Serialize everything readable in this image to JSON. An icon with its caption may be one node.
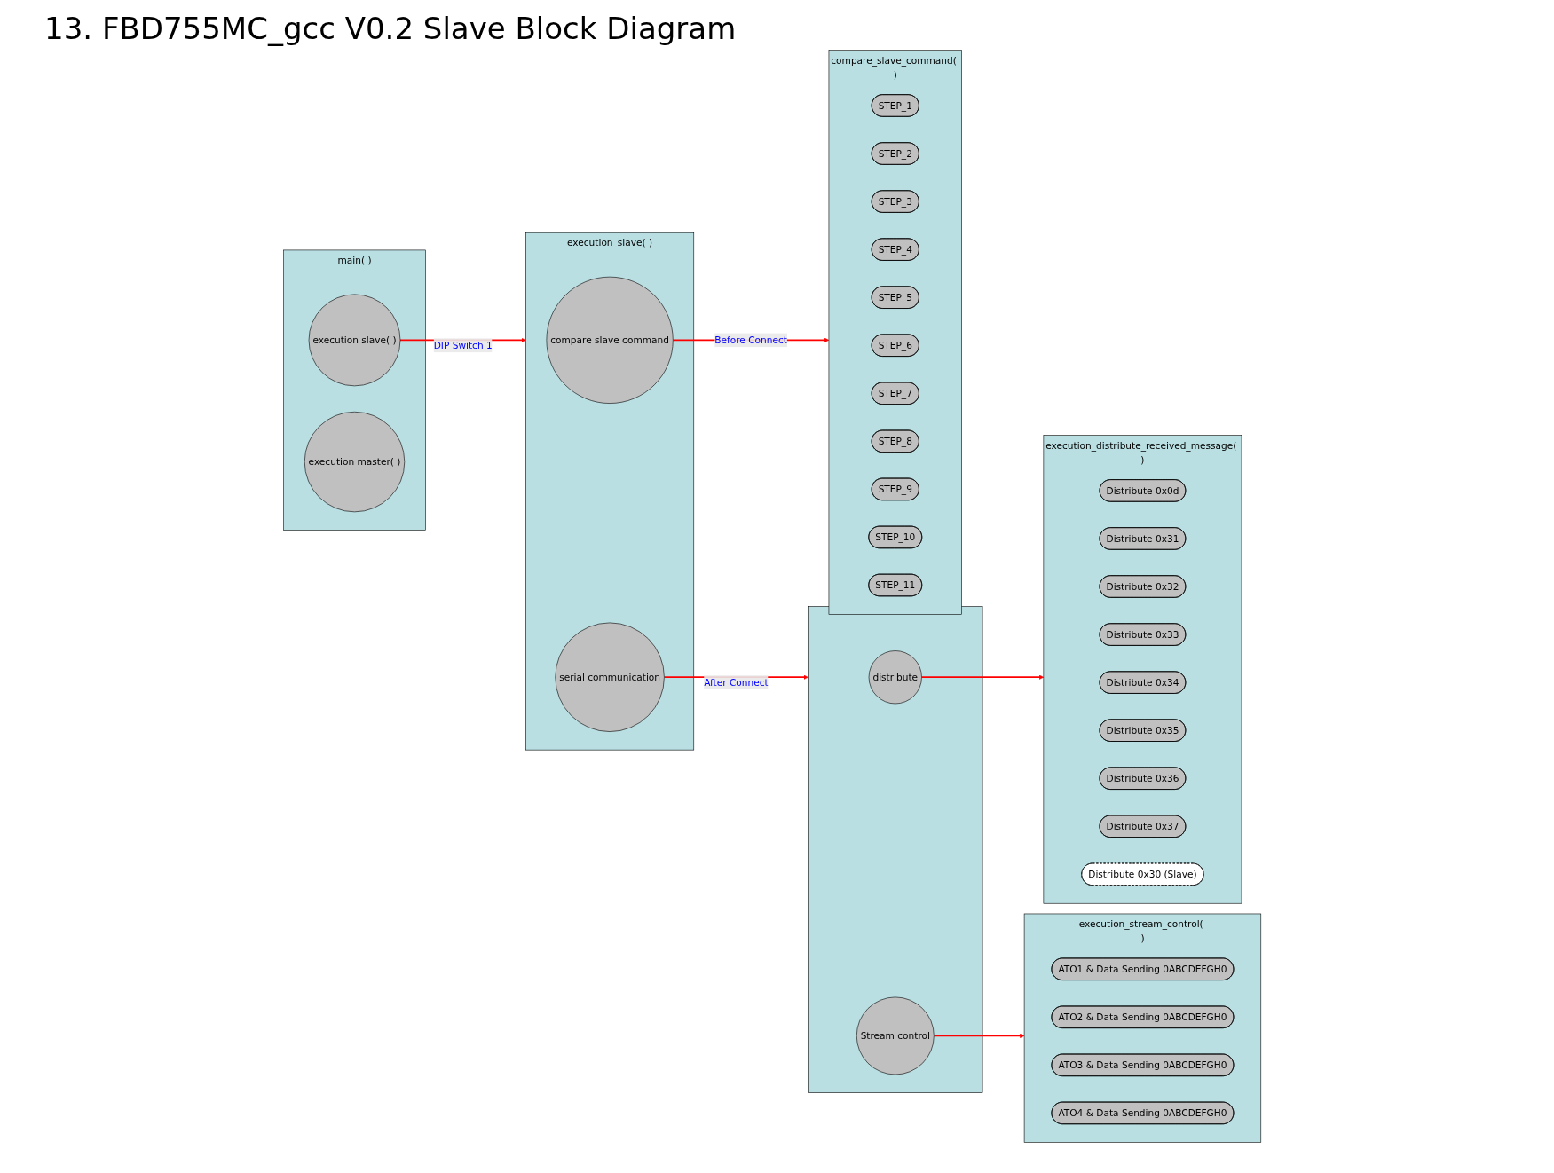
{
  "diagram": {
    "title": "13. FBD755MC_gcc V0.2 Slave Block Diagram",
    "nodes": [
      {
        "text": [
          "main( )"
        ]
      },
      {
        "text": [
          "execution slave( )"
        ],
        "in": 0
      },
      {
        "text": [
          "execution master( )"
        ],
        "in": 0
      },
      {
        "text": [
          "execution_slave( )"
        ]
      },
      {
        "text": [
          "compare slave command"
        ],
        "in": 3
      },
      {
        "text": [
          "serial communication"
        ],
        "in": 3
      },
      {
        "text": [],
        "shape": "bar"
      },
      {
        "text": [
          "distribute"
        ],
        "in": 6
      },
      {
        "text": [
          "Stream control"
        ],
        "in": 6
      },
      {
        "text": [
          "execution_distribute_received_message( )"
        ]
      },
      {
        "text": [
          "Distribute 0x0d"
        ],
        "in": 9
      },
      {
        "text": [
          "Distribute 0x31"
        ],
        "in": 9
      },
      {
        "text": [
          "Distribute 0x32"
        ],
        "in": 9
      },
      {
        "text": [
          "Distribute 0x33"
        ],
        "in": 9
      },
      {
        "text": [
          "Distribute 0x34"
        ],
        "in": 9
      },
      {
        "text": [
          "Distribute 0x35"
        ],
        "in": 9
      },
      {
        "text": [
          "Distribute 0x36"
        ],
        "in": 9
      },
      {
        "text": [
          "Distribute 0x37"
        ],
        "in": 9
      },
      {
        "text": [
          "Distribute 0x30 (Slave)"
        ],
        "in": 9
      },
      {
        "text": [
          "execution_stream_control( )"
        ]
      },
      {
        "text": [
          "ATO1 & Data Sending 0ABCDEFGH0"
        ],
        "in": 19
      },
      {
        "text": [
          "ATO2 & Data Sending 0ABCDEFGH0"
        ],
        "in": 19
      },
      {
        "text": [
          "ATO3 & Data Sending 0ABCDEFGH0"
        ],
        "in": 19
      },
      {
        "text": [
          "ATO4 & Data Sending 0ABCDEFGH0"
        ],
        "in": 19
      },
      {
        "text": [
          "compare_slave_command( )"
        ]
      },
      {
        "text": [
          "STEP_1"
        ],
        "in": 24
      },
      {
        "text": [
          "STEP_2"
        ],
        "in": 24
      },
      {
        "text": [
          "STEP_3"
        ],
        "in": 24
      },
      {
        "text": [
          "STEP_4"
        ],
        "in": 24
      },
      {
        "text": [
          "STEP_5"
        ],
        "in": 24
      },
      {
        "text": [
          "STEP_6"
        ],
        "in": 24
      },
      {
        "text": [
          "STEP_7"
        ],
        "in": 24
      },
      {
        "text": [
          "STEP_8"
        ],
        "in": 24
      },
      {
        "text": [
          "STEP_9"
        ],
        "in": 24
      },
      {
        "text": [
          "STEP_10"
        ],
        "in": 24
      },
      {
        "text": [
          "STEP_11"
        ],
        "in": 24
      }
    ],
    "edges": [
      {
        "from": 1,
        "to": 3,
        "arrow": "to",
        "label": "DIP Switch 1"
      },
      {
        "from": 4,
        "to": 24,
        "arrow": "to",
        "label": "Before Connect"
      },
      {
        "from": 5,
        "to": 6,
        "arrow": "to",
        "label": "After Connect"
      },
      {
        "from": 7,
        "to": 9,
        "arrow": "to"
      },
      {
        "from": 8,
        "to": 19,
        "arrow": "to"
      }
    ]
  }
}
